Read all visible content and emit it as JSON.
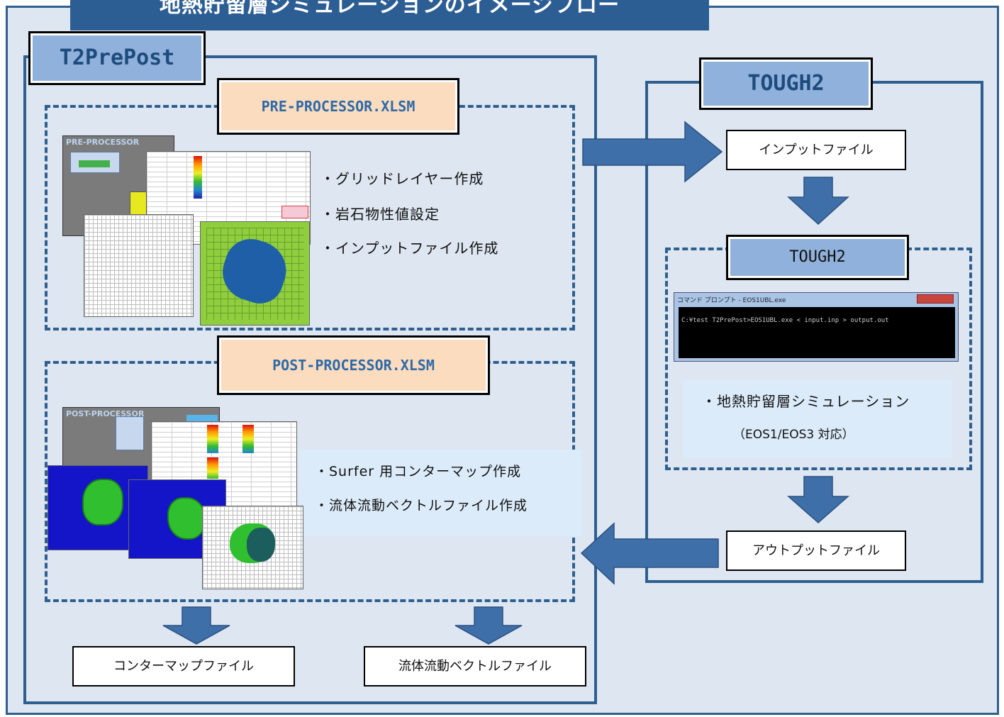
{
  "title": "地熱貯留層シミュレーションのイメージフロー",
  "t2prepost": {
    "label": "T2PrePost",
    "pre": {
      "label": "PRE-PROCESSOR.XLSM",
      "bullets": [
        "・グリッドレイヤー作成",
        "・岩石物性値設定",
        "・インプットファイル作成"
      ],
      "thumb_title": "PRE-PROCESSOR"
    },
    "post": {
      "label": "POST-PROCESSOR.XLSM",
      "bullets": [
        "・Surfer 用コンターマップ作成",
        "・流体流動ベクトルファイル作成"
      ],
      "thumb_title": "POST-PROCESSOR"
    },
    "outputs": [
      "コンターマップファイル",
      "流体流動ベクトルファイル"
    ]
  },
  "tough2": {
    "label": "TOUGH2",
    "input_file": "インプットファイル",
    "inner_label": "TOUGH2",
    "console_title": "コマンド プロンプト - EOS1UBL.exe",
    "console_cmd": "C:¥test T2PrePost>EOS1UBL.exe < input.inp > output.out",
    "bullets": [
      "・地熱貯留層シミュレーション",
      "（EOS1/EOS3 対応）"
    ],
    "output_file": "アウトプットファイル"
  },
  "colors": {
    "frame": "#2e5f90",
    "background": "#dde6f1",
    "tag_blue": "#8fb1db",
    "tag_orange": "#fcdcbf",
    "arrow": "#3f6fa8"
  }
}
